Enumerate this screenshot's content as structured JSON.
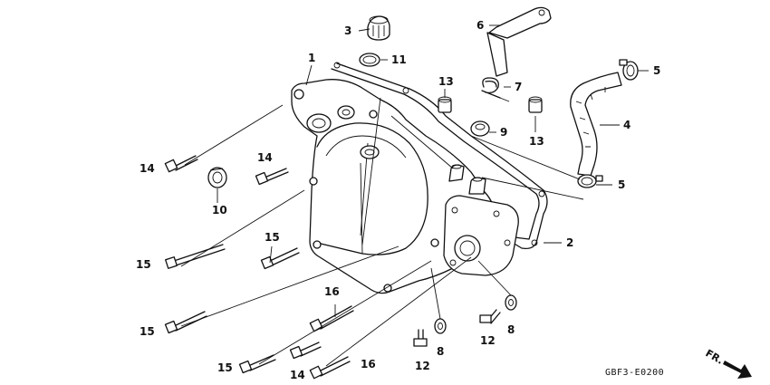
{
  "diagram": {
    "drawing_code": "GBF3-E0200",
    "front_indicator": "FR.",
    "callouts": {
      "c1": "1",
      "c2": "2",
      "c3": "3",
      "c4": "4",
      "c5a": "5",
      "c5b": "5",
      "c6": "6",
      "c7": "7",
      "c8a": "8",
      "c8b": "8",
      "c9": "9",
      "c10": "10",
      "c11": "11",
      "c12a": "12",
      "c12b": "12",
      "c13a": "13",
      "c13b": "13",
      "c14a": "14",
      "c14b": "14",
      "c14c": "14",
      "c15a": "15",
      "c15b": "15",
      "c15c": "15",
      "c15d": "15",
      "c16a": "16",
      "c16b": "16"
    }
  }
}
